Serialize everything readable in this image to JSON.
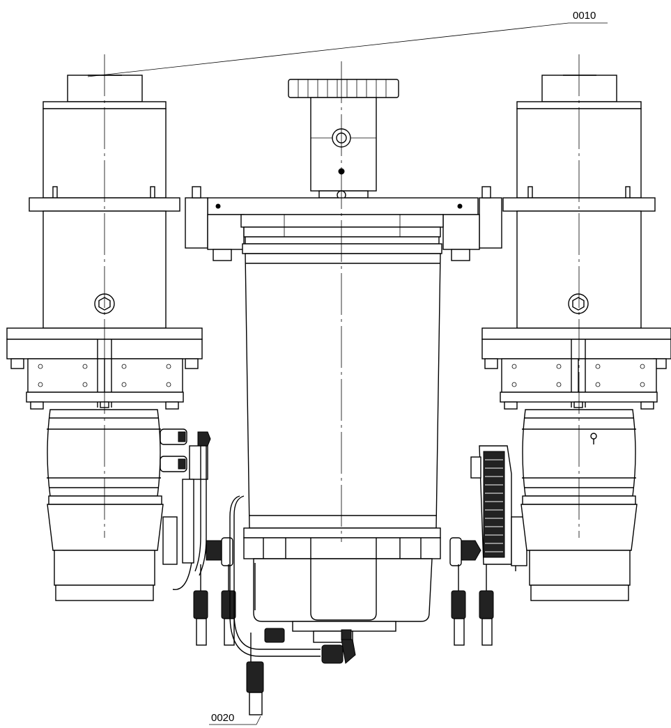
{
  "drawing": {
    "callouts": [
      {
        "id": "0010",
        "text": "0010"
      },
      {
        "id": "0020",
        "text": "0020"
      }
    ]
  }
}
